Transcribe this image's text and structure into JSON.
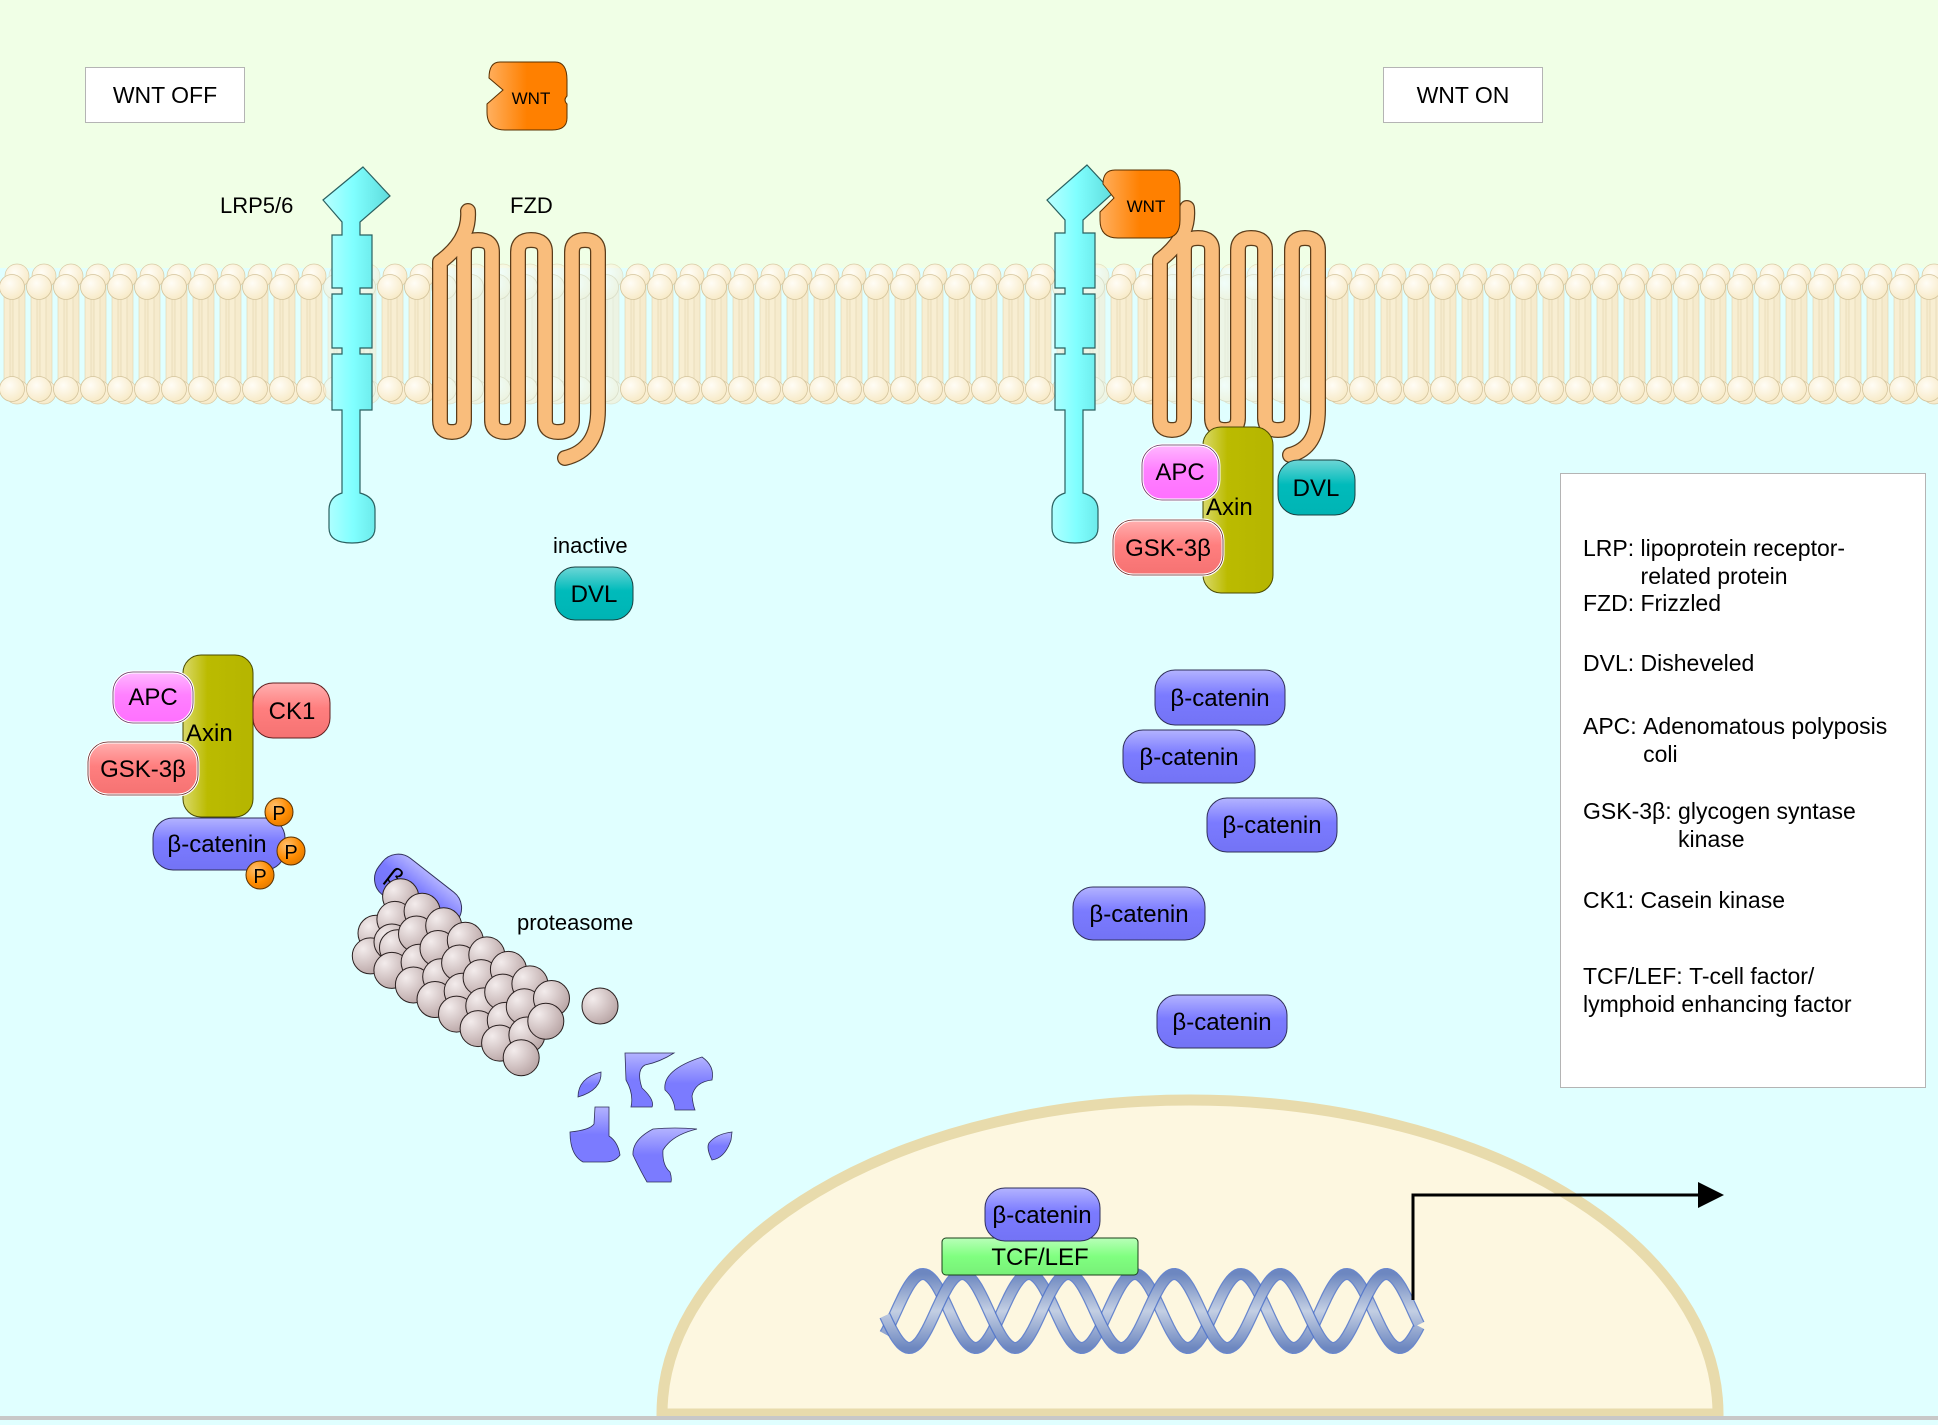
{
  "title": "Wnt / beta-catenin signaling pathway",
  "states": {
    "off": "WNT OFF",
    "on": "WNT ON"
  },
  "labels": {
    "lrp": "LRP5/6",
    "fzd": "FZD",
    "inactive": "inactive",
    "proteasome": "proteasome",
    "beta_c_fragment": "β-c"
  },
  "proteins": {
    "wnt": "WNT",
    "dvl": "DVL",
    "apc": "APC",
    "axin": "Axin",
    "gsk": "GSK-3β",
    "ck1": "CK1",
    "beta_catenin": "β-catenin",
    "phospho": "P",
    "tcf_lef": "TCF/LEF"
  },
  "off_state": {
    "phosphates": [
      "P",
      "P",
      "P"
    ]
  },
  "on_state": {
    "free_beta_catenin": [
      "β-catenin",
      "β-catenin",
      "β-catenin",
      "β-catenin",
      "β-catenin"
    ],
    "nuclear_beta_catenin": "β-catenin"
  },
  "legend": [
    {
      "term": "LRP:",
      "def": "lipoprotein receptor-\nrelated protein"
    },
    {
      "term": "FZD:",
      "def": "Frizzled"
    },
    {
      "term": "DVL:",
      "def": "Disheveled"
    },
    {
      "term": "APC:",
      "def": "Adenomatous polyposis\ncoli"
    },
    {
      "term": "GSK-3β:",
      "def": "glycogen syntase\n   kinase"
    },
    {
      "term": "CK1:",
      "def": "Casein kinase"
    },
    {
      "term": "TCF/LEF:",
      "def": "T-cell factor/\nlymphoid enhancing factor"
    }
  ],
  "colors": {
    "extracellular": "#f0ffe6",
    "cytoplasm": "#e0ffff",
    "nucleus_fill": "#fdf7e0",
    "nucleus_edge": "#e8dbac",
    "lrp": "#80ffff",
    "fzd": "#f9bd7c",
    "wnt": "#ff8000",
    "dvl": "#00bbbb",
    "apc": "#ff80ff",
    "axin": "#bbbb00",
    "gsk": "#ff7f7f",
    "ck1": "#ff7f7f",
    "beta_catenin": "#7b7bff",
    "phospho": "#ff8c00",
    "tcf_lef": "#80ff80",
    "proteasome": "#c9b8b8",
    "dna": "#9bb0d8",
    "lipid": "#fdf2d4"
  }
}
